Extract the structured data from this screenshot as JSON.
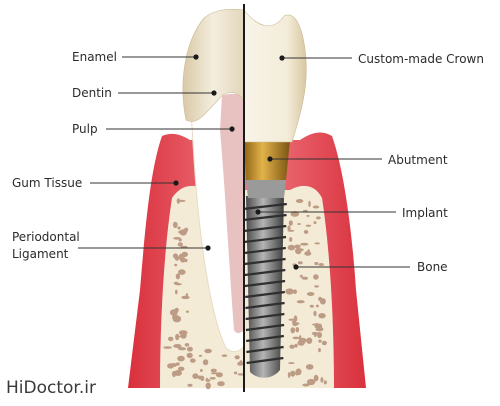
{
  "labels": {
    "enamel": "Enamel",
    "dentin": "Dentin",
    "pulp": "Pulp",
    "gum_tissue": "Gum Tissue",
    "periodontal_line1": "Periodontal",
    "periodontal_line2": "Ligament",
    "crown": "Custom-made Crown",
    "abutment": "Abutment",
    "implant": "Implant",
    "bone": "Bone"
  },
  "watermark": "HiDoctor.ir",
  "colors": {
    "gum": "#e8434f",
    "gum_light": "#f3a3a8",
    "bone": "#f4ebd7",
    "bone_pore": "#b48f79",
    "enamel": "#f1ead8",
    "dentin": "#ffffff",
    "pulp": "#e9c6c4",
    "crown": "#f7f2e3",
    "abutment": "#c9962e",
    "implant": "#7b7b7b",
    "leader": "#333333"
  }
}
